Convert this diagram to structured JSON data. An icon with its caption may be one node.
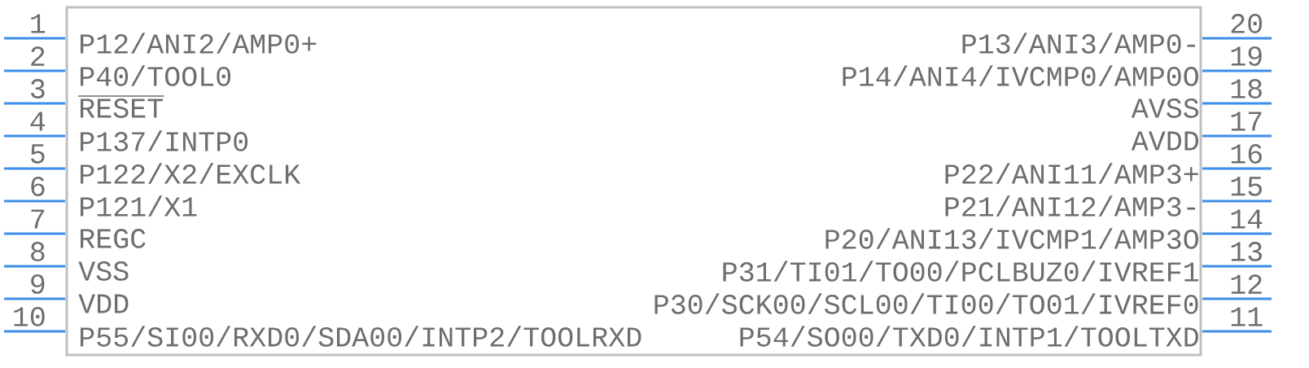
{
  "diagram": {
    "nodes": [
      {
        "text": [
          "P12/ANI2/AMP0+",
          "P40/TOOL0",
          "RESET",
          "P137/INTP0",
          "P122/X2/EXCLK",
          "P121/X1",
          "REGC",
          "VSS",
          "VDD",
          "P55/SI00/RXD0/SDA00/INTP2/TOOLRXD",
          "P13/ANI3/AMP0-",
          "P14/ANI4/IVCMP0/AMP0O",
          "AVSS",
          "AVDD",
          "P22/ANI11/AMP3+",
          "P21/ANI12/AMP3-",
          "P20/ANI13/IVCMP1/AMP3O",
          "P31/TI01/TO00/PCLBUZ0/IVREF1",
          "P30/SCK00/SCL00/TI00/TO01/IVREF0",
          "P54/SO00/TXD0/INTP1/TOOLTXD"
        ],
        "beside": [
          "1",
          "2",
          "3",
          "4",
          "5",
          "6",
          "7",
          "8",
          "9",
          "10",
          "20",
          "19",
          "18",
          "17",
          "16",
          "15",
          "14",
          "13",
          "12",
          "11"
        ]
      }
    ]
  }
}
